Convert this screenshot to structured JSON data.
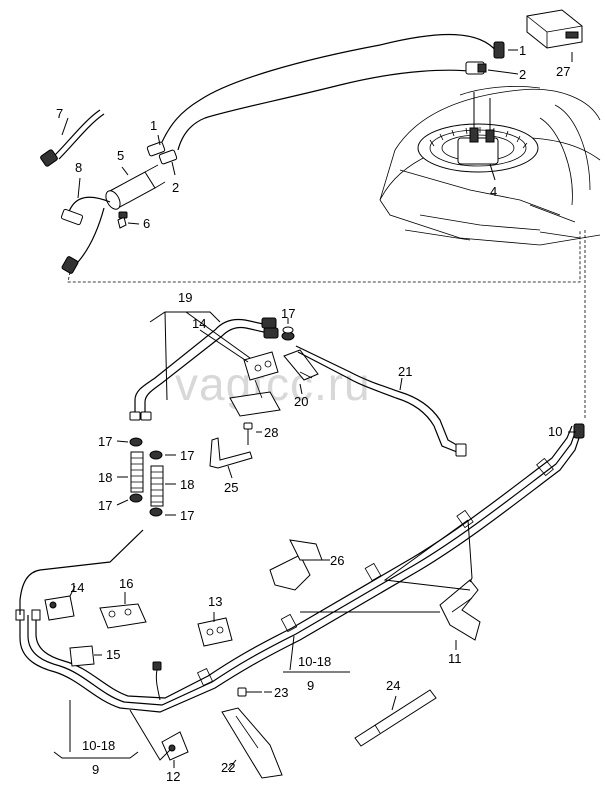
{
  "watermark": "vagtcc.ru",
  "callouts": {
    "c1a": "1",
    "c1b": "1",
    "c2a": "2",
    "c2b": "2",
    "c4": "4",
    "c5": "5",
    "c6": "6",
    "c7": "7",
    "c8": "8",
    "c9a": "9",
    "c9b": "9",
    "c10": "10",
    "c11": "11",
    "c12": "12",
    "c13": "13",
    "c14a": "14",
    "c14b": "14",
    "c15": "15",
    "c16": "16",
    "c17a": "17",
    "c17b": "17",
    "c17c": "17",
    "c17d": "17",
    "c17e": "17",
    "c18a": "18",
    "c18b": "18",
    "c19": "19",
    "c20": "20",
    "c21": "21",
    "c22": "22",
    "c23": "23",
    "c24": "24",
    "c25": "25",
    "c26": "26",
    "c27": "27",
    "c28": "28",
    "r1018a": "10-18",
    "r1018b": "10-18"
  }
}
